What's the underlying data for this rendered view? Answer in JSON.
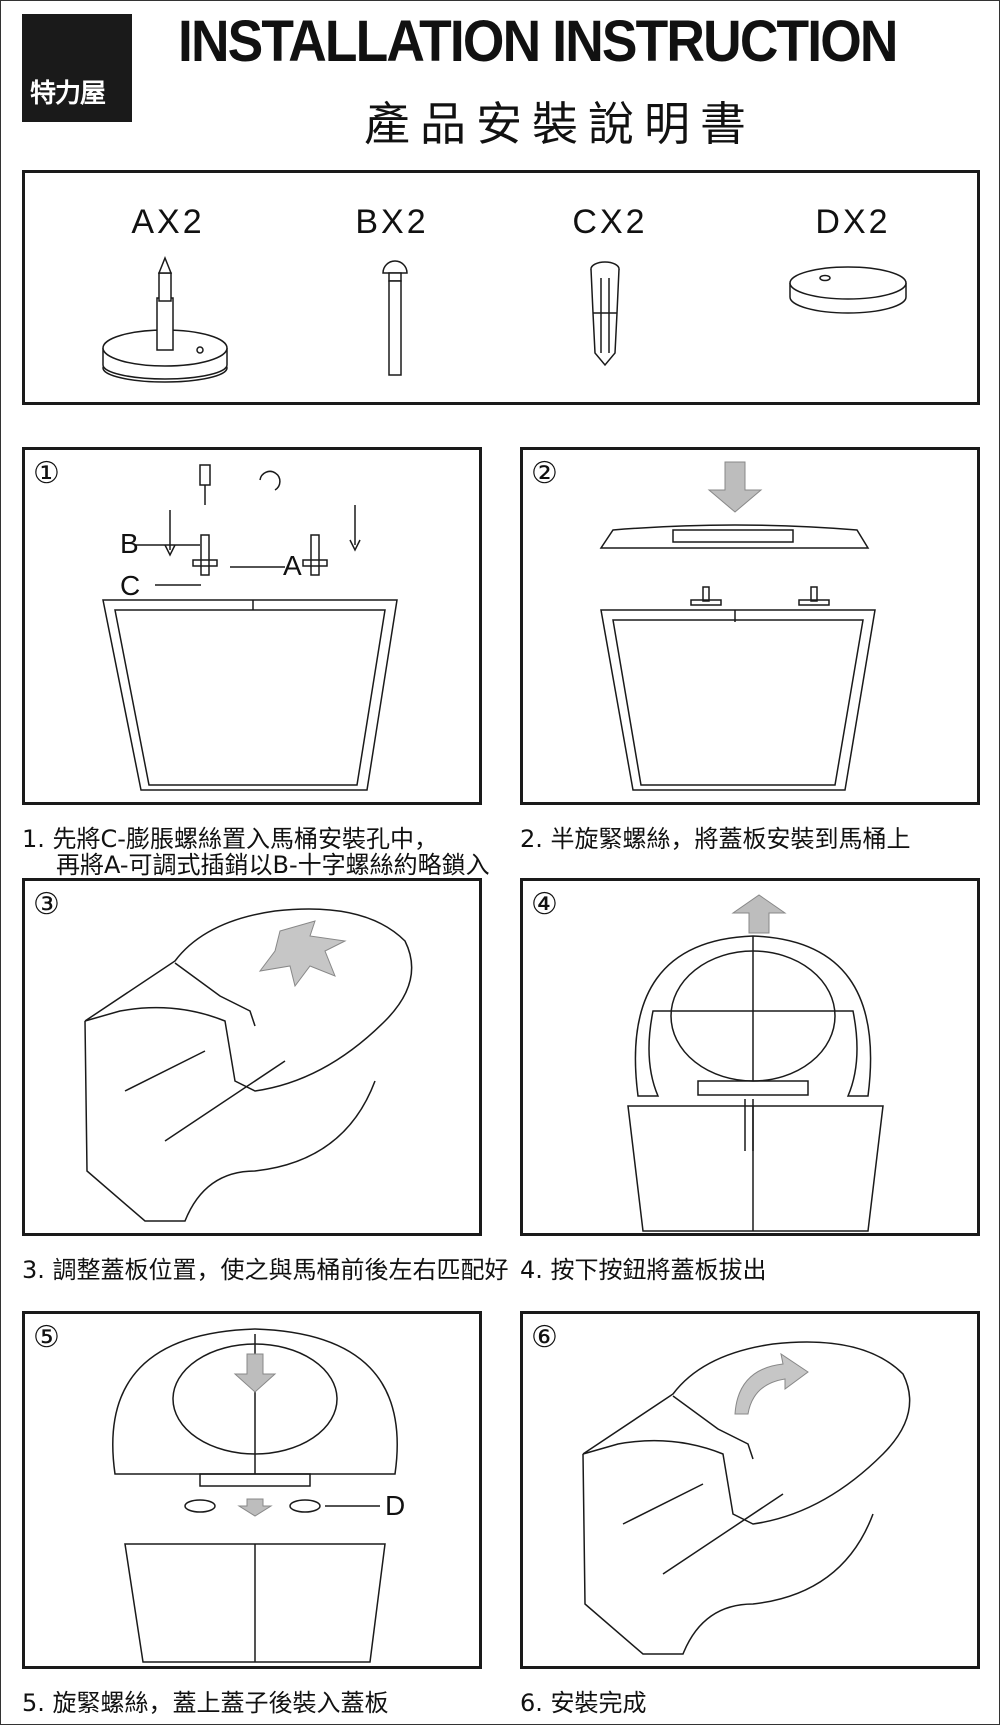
{
  "logo": {
    "text": "特力屋"
  },
  "header": {
    "title": "INSTALLATION INSTRUCTION",
    "subtitle": "產品安裝說明書"
  },
  "parts": [
    {
      "label": "AX2"
    },
    {
      "label": "BX2"
    },
    {
      "label": "CX2"
    },
    {
      "label": "DX2"
    }
  ],
  "steps": [
    {
      "number": "①",
      "caption": "1.  先將C-膨脹螺絲置入馬桶安裝孔中，",
      "caption_line2": "再將A-可調式插銷以B-十字螺絲約略鎖入",
      "labels": {
        "b": "B",
        "c": "C",
        "a": "A"
      }
    },
    {
      "number": "②",
      "caption": "2.  半旋緊螺絲，將蓋板安裝到馬桶上"
    },
    {
      "number": "③",
      "caption": "3.  調整蓋板位置，使之與馬桶前後左右匹配好"
    },
    {
      "number": "④",
      "caption": "4.  按下按鈕將蓋板拔出"
    },
    {
      "number": "⑤",
      "caption": "5.  旋緊螺絲，蓋上蓋子後裝入蓋板",
      "labels": {
        "d": "D"
      }
    },
    {
      "number": "⑥",
      "caption": "6.  安裝完成"
    }
  ],
  "colors": {
    "ink": "#1a1a1a",
    "arrow": "#bdbdbd"
  }
}
